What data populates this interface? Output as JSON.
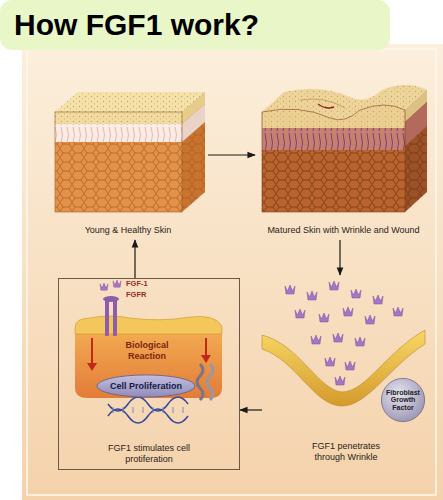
{
  "diagram": {
    "title": "How FGF1 work?",
    "nodes": [
      {
        "text": [
          "Young & Healthy Skin"
        ]
      },
      {
        "text": [
          "Matured Skin with Wrinkle and Wound"
        ]
      },
      {
        "text": [
          "FGF1 penetrates through Wrinkle"
        ]
      },
      {
        "text": [
          "Fibroblast Growth Factor"
        ],
        "in": 2
      },
      {
        "text": [
          "FGF1 stimulates cell protiferation"
        ]
      },
      {
        "text": [
          "Cell Proliferation"
        ],
        "in": 4
      }
    ],
    "edges": [
      {
        "from": 0,
        "to": 1,
        "arrow": "to"
      },
      {
        "from": 1,
        "to": 2,
        "arrow": "to"
      },
      {
        "from": 2,
        "to": 4,
        "arrow": "to"
      },
      {
        "from": 4,
        "to": 0,
        "arrow": "to"
      }
    ],
    "labels": [
      "FGF-1",
      "FGFR",
      "Biological Reaction"
    ]
  }
}
